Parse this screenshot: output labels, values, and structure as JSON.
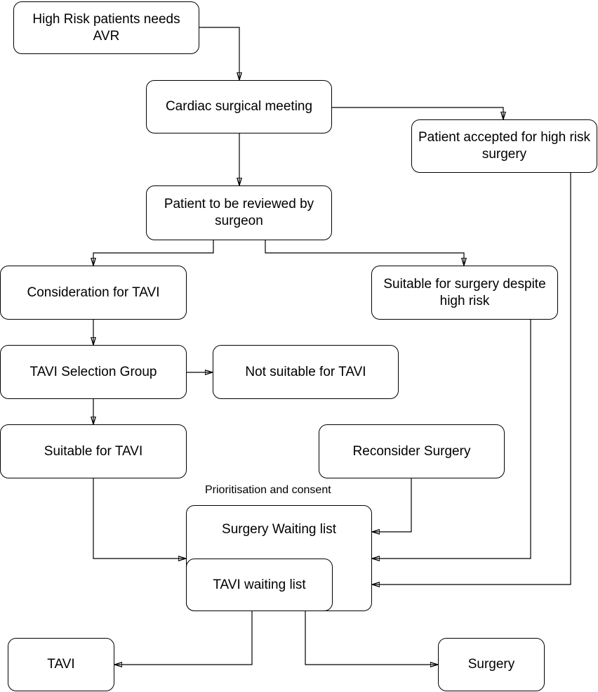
{
  "nodes": {
    "high_risk": "High Risk patients needs AVR",
    "cardiac_meeting": "Cardiac surgical meeting",
    "accepted_high_risk": "Patient accepted for high risk surgery",
    "reviewed_by_surgeon": "Patient to be reviewed by surgeon",
    "consideration_tavi": "Consideration for TAVI",
    "suitable_surgery": "Suitable for surgery despite high risk",
    "tavi_selection": "TAVI Selection Group",
    "not_suitable_tavi": "Not suitable for TAVI",
    "suitable_tavi": "Suitable for TAVI",
    "reconsider_surgery": "Reconsider Surgery",
    "surgery_waiting": "Surgery Waiting list",
    "tavi_waiting": "TAVI waiting list",
    "tavi": "TAVI",
    "surgery": "Surgery"
  },
  "annotations": {
    "prioritisation": "Prioritisation and consent"
  }
}
